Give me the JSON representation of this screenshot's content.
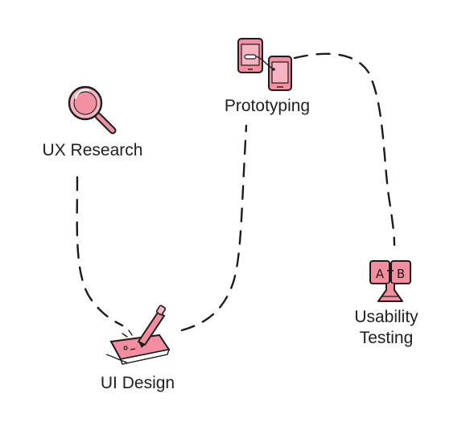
{
  "stages": {
    "ux_research": {
      "label": "UX Research",
      "icon": "magnifier-icon"
    },
    "prototyping": {
      "label": "Prototyping",
      "icon": "phone-wireframes-icon"
    },
    "ui_design": {
      "label": "UI Design",
      "icon": "pen-on-sketchpad-icon"
    },
    "usability_testing": {
      "label_line1": "Usability",
      "label_line2": "Testing",
      "icon": "ab-test-flask-icon",
      "ab_left": "A",
      "ab_right": "B"
    }
  },
  "colors": {
    "accent": "#f28ea0",
    "accent_dark": "#e36a83",
    "stroke": "#1c1c1c",
    "text": "#1f1f1f"
  }
}
